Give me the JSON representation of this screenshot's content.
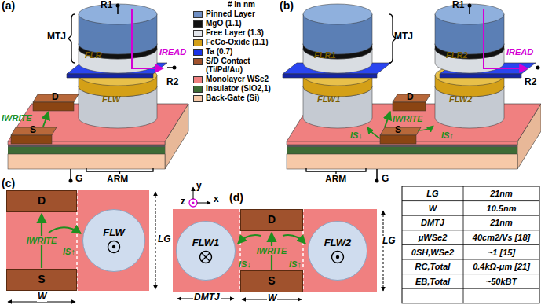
{
  "diagram": {
    "nodes": [
      {
        "text": [
          "D"
        ]
      },
      {
        "text": [
          "FLW"
        ]
      },
      {
        "text": [
          "S"
        ]
      },
      {
        "text": [
          "FLW1"
        ]
      },
      {
        "text": [
          "D"
        ]
      },
      {
        "text": [
          "FLW2"
        ]
      },
      {
        "text": [
          "S"
        ]
      }
    ],
    "edges": [
      {
        "from": 2,
        "to": 0,
        "arrow": "to",
        "label": "IWRITE"
      },
      {
        "from": 6,
        "to": 4,
        "arrow": "to",
        "label": "IWRITE"
      }
    ],
    "labels": [
      "(a)",
      "R1",
      "MTJ",
      "FLR",
      "IREAD",
      "R2",
      "D",
      "S",
      "IWRITE",
      "FLW",
      "G",
      "ARM",
      "# in nm",
      "(b)",
      "R1",
      "MTJ",
      "FLR1",
      "FLR2",
      "IREAD",
      "R2",
      "IWRITE",
      "D",
      "S",
      "FLW1",
      "FLW2",
      "IS↓",
      "IS↑",
      "G",
      "ARM",
      "(c)",
      "IS↑",
      "W",
      "LG",
      "(d)",
      "y",
      "z",
      "x",
      "IS↓",
      "IS↑",
      "DMTJ",
      "W",
      "LG",
      "LG",
      "21nm",
      "W",
      "10.5nm",
      "DMTJ",
      "21nm",
      "μWSe2",
      "40cm2/Vs [18]",
      "θSH,WSe2",
      "~1 [15]",
      "RC,Total",
      "0.4kΩ-μm [21]",
      "EB,Total",
      "~50kBT"
    ],
    "legend": [
      {
        "text": "Pinned Layer",
        "color": "#6f8fc4"
      },
      {
        "text": "MgO (1.1)",
        "color": "#111111"
      },
      {
        "text": "Free Layer (1.3)",
        "color": "#e2e5ea"
      },
      {
        "text": "FeCo-Oxide (1.1)",
        "color": "#d4a017"
      },
      {
        "text": "Ta (0.7)",
        "color": "#1a33e6"
      },
      {
        "text": "S/D Contact (Ti/Pd/Au)",
        "color": "#a0522d"
      },
      {
        "text": "Monolayer WSe2",
        "color": "#f08080"
      },
      {
        "text": "Insulator (SiO2,1)",
        "color": "#3d6b35"
      },
      {
        "text": "Back-Gate (Si)",
        "color": "#f6c9a8"
      }
    ]
  }
}
